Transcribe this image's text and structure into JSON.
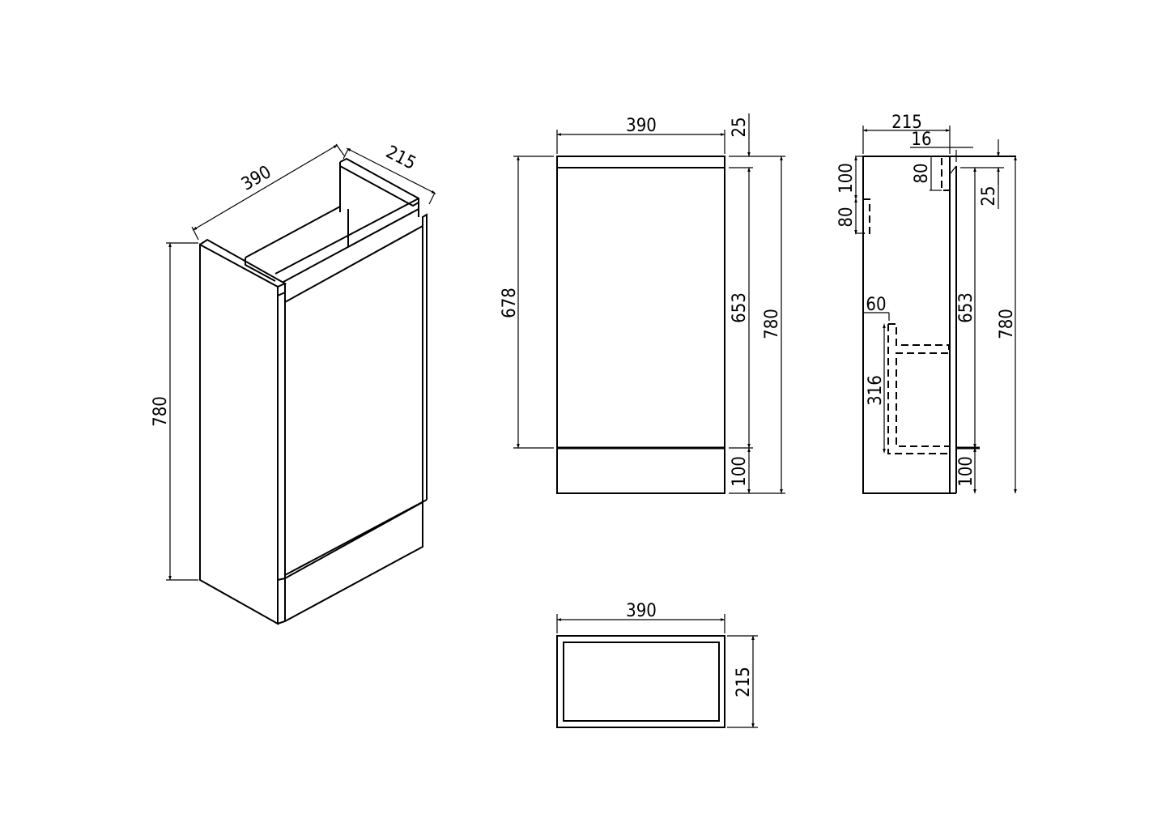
{
  "title": "Cabinet dimension drawing",
  "units": "mm",
  "views": {
    "isometric": {
      "width": "390",
      "depth": "215",
      "height": "780"
    },
    "front": {
      "width": "390",
      "top_rail": "25",
      "door_height": "678",
      "inner_height": "653",
      "total_height": "780",
      "plinth": "100"
    },
    "side": {
      "depth": "215",
      "door_thickness": "16",
      "upper_bracket_offset": "100",
      "upper_bracket": "80",
      "top_bracket": "80",
      "top_rail": "25",
      "inner_height": "653",
      "total_height": "780",
      "shelf_offset": "60",
      "shelf_height": "316",
      "plinth": "100"
    },
    "top": {
      "width": "390",
      "depth": "215"
    }
  },
  "colors": {
    "line": "#000000",
    "background": "#ffffff"
  }
}
